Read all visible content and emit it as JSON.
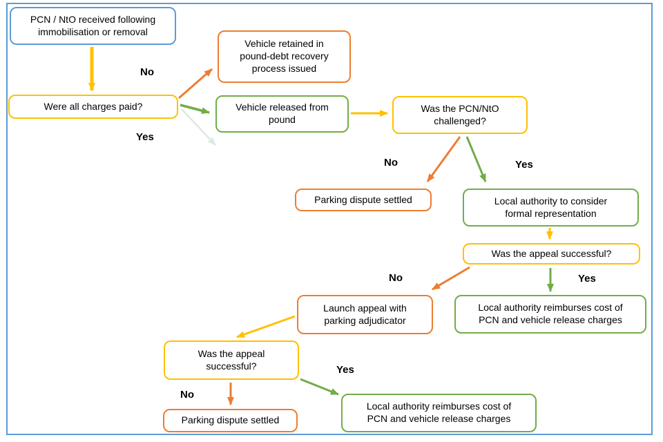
{
  "diagram": {
    "description": "Flowchart of PCN/NtO appeal process after vehicle immobilisation or removal",
    "colors": {
      "frame_border": "#5B9BD5",
      "start_blue": "#5B9BD5",
      "decision_yellow": "#FFC000",
      "negative_orange": "#ED7D31",
      "positive_green": "#70AD47",
      "faint_arrow": "#DDE9E3",
      "text": "#000000"
    }
  },
  "nodes": [
    {
      "id": "pcn-received",
      "color": "blue",
      "text": "PCN / NtO received following\nimmobilisation or removal"
    },
    {
      "id": "were-charges-paid",
      "color": "yellow",
      "text": "Were all charges paid?"
    },
    {
      "id": "vehicle-retained",
      "color": "orange",
      "text": "Vehicle retained in\npound-debt recovery\nprocess issued"
    },
    {
      "id": "vehicle-released",
      "color": "green",
      "text": "Vehicle released from\npound"
    },
    {
      "id": "pcn-challenged",
      "color": "yellow",
      "text": "Was the PCN/NtO\nchallenged?"
    },
    {
      "id": "dispute-settled-1",
      "color": "orange",
      "text": "Parking dispute settled"
    },
    {
      "id": "formal-representation",
      "color": "green",
      "text": "Local authority to consider\nformal representation"
    },
    {
      "id": "appeal-successful-1",
      "color": "yellow",
      "text": "Was the appeal successful?"
    },
    {
      "id": "reimburse-1",
      "color": "green",
      "text": "Local authority reimburses cost of\nPCN and vehicle release charges"
    },
    {
      "id": "launch-appeal",
      "color": "orange",
      "text": "Launch appeal with\nparking adjudicator"
    },
    {
      "id": "appeal-successful-2",
      "color": "yellow",
      "text": "Was the appeal\nsuccessful?"
    },
    {
      "id": "dispute-settled-2",
      "color": "orange",
      "text": "Parking dispute settled"
    },
    {
      "id": "reimburse-2",
      "color": "green",
      "text": "Local authority reimburses cost of\nPCN and vehicle release charges"
    }
  ],
  "edge_labels": [
    {
      "id": "charges-no",
      "text": "No"
    },
    {
      "id": "charges-yes",
      "text": "Yes"
    },
    {
      "id": "challenged-no",
      "text": "No"
    },
    {
      "id": "challenged-yes",
      "text": "Yes"
    },
    {
      "id": "appeal1-no",
      "text": "No"
    },
    {
      "id": "appeal1-yes",
      "text": "Yes"
    },
    {
      "id": "appeal2-no",
      "text": "No"
    },
    {
      "id": "appeal2-yes",
      "text": "Yes"
    }
  ]
}
